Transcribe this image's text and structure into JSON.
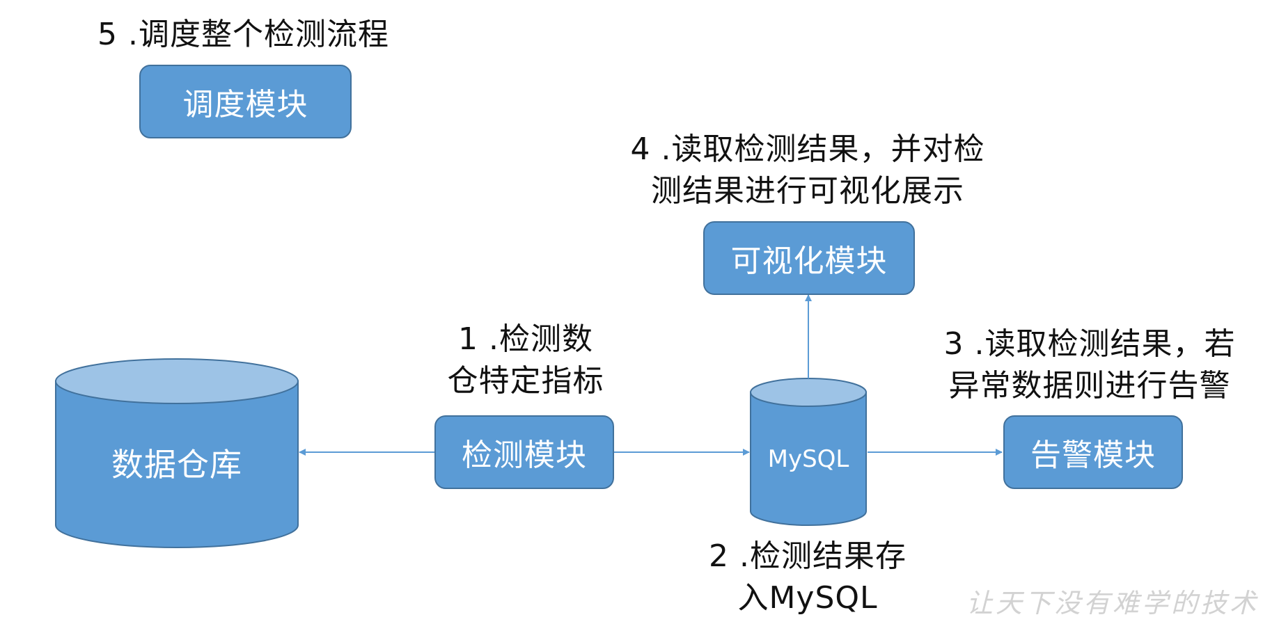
{
  "modules": {
    "scheduler": "调度模块",
    "detector": "检测模块",
    "visualizer": "可视化模块",
    "alerter": "告警模块"
  },
  "stores": {
    "warehouse": "数据仓库",
    "mysql": "MySQL"
  },
  "steps": {
    "step5": "5 .调度整个检测流程",
    "step4_line1": "4 .读取检测结果，并对检",
    "step4_line2": "测结果进行可视化展示",
    "step1_line1": "1 .检测数",
    "step1_line2": "仓特定指标",
    "step3_line1": "3 .读取检测结果，若",
    "step3_line2": "异常数据则进行告警",
    "step2_line1": "2 .检测结果存",
    "step2_line2": "入MySQL"
  },
  "watermark": "让天下没有难学的技术",
  "colors": {
    "box_fill": "#5b9bd5",
    "box_border": "#41719c",
    "cylinder_top": "#9dc3e6",
    "arrow": "#5b9bd5",
    "text": "#111111",
    "watermark": "#d2d2d2"
  }
}
